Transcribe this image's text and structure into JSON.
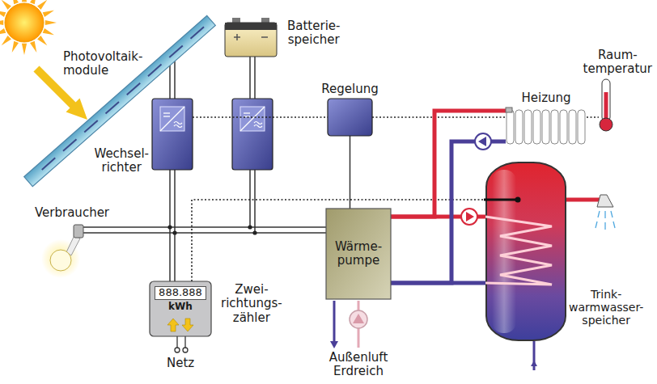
{
  "diagram": {
    "nodes": [
      {
        "text": [
          "Photovoltaik- module"
        ]
      },
      {
        "text": [
          "Batterie- speicher"
        ]
      },
      {
        "text": [
          "Raum- temperatur"
        ]
      },
      {
        "text": [
          "Wechsel- richter"
        ]
      },
      {
        "text": [
          "Regelung"
        ]
      },
      {
        "text": [
          "Heizung"
        ]
      },
      {
        "text": [
          "Verbraucher"
        ]
      },
      {
        "text": [
          "Wärme- pumpe"
        ]
      },
      {
        "text": [
          "888.888",
          "kWh",
          "Zwei- richtungs- zähler"
        ]
      },
      {
        "text": [
          "Trink- warmwasser- speicher"
        ]
      }
    ],
    "edges": [
      {
        "from": 0,
        "to": 3,
        "arrow": "none"
      },
      {
        "from": 3,
        "to": 8,
        "arrow": "none"
      },
      {
        "from": 6,
        "to": 7,
        "arrow": "none"
      },
      {
        "from": 4,
        "to": 7,
        "arrow": "none"
      },
      {
        "from": 3,
        "to": 4,
        "arrow": "none"
      },
      {
        "from": 4,
        "to": 5,
        "arrow": "none"
      },
      {
        "from": 5,
        "to": 2,
        "arrow": "none"
      },
      {
        "from": 8,
        "to": 9,
        "arrow": "none"
      },
      {
        "from": 7,
        "to": 5,
        "arrow": "none"
      },
      {
        "from": 7,
        "to": 9,
        "arrow": "none"
      },
      {
        "from": 5,
        "to": 7,
        "arrow": "none"
      },
      {
        "from": 9,
        "to": 7,
        "arrow": "none"
      }
    ],
    "labels": [
      "Netz",
      "Außenluft Erdreich"
    ]
  }
}
